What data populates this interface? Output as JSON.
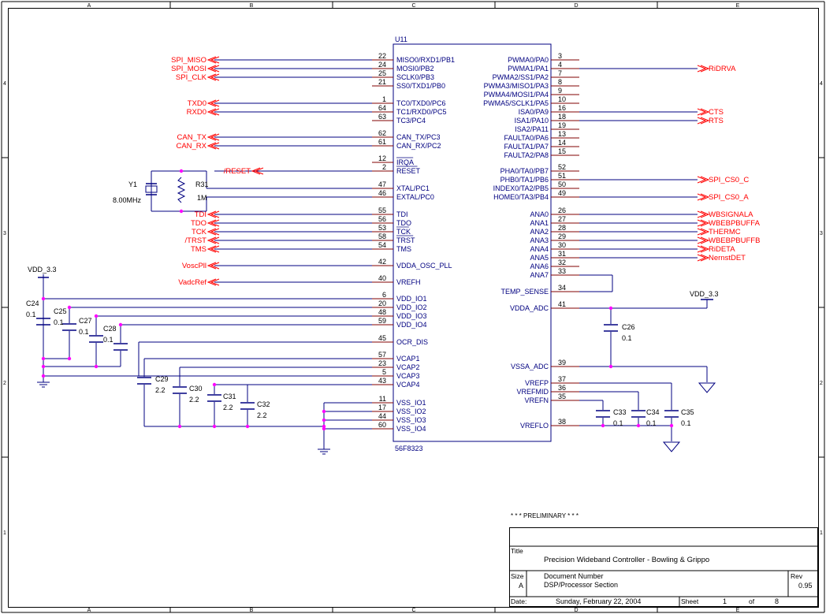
{
  "border": {
    "columns": [
      "A",
      "B",
      "C",
      "D",
      "E"
    ],
    "rows": [
      "4",
      "3",
      "2",
      "1"
    ]
  },
  "ic": {
    "ref": "U11",
    "part": "56F8323",
    "left_pins": [
      {
        "name": "MISO0/RXD1/PB1",
        "num": "22"
      },
      {
        "name": "MOSI0/PB2",
        "num": "24"
      },
      {
        "name": "SCLK0/PB3",
        "num": "25"
      },
      {
        "name": "SS0/TXD1/PB0",
        "num": "21"
      },
      {
        "name": "TC0/TXD0/PC6",
        "num": "1"
      },
      {
        "name": "TC1/RXD0/PC5",
        "num": "64"
      },
      {
        "name": "TC3/PC4",
        "num": "63"
      },
      {
        "name": "CAN_TX/PC3",
        "num": "62"
      },
      {
        "name": "CAN_RX/PC2",
        "num": "61"
      },
      {
        "name": "IRQA",
        "num": "12"
      },
      {
        "name": "RESET",
        "num": "2"
      },
      {
        "name": "XTAL/PC1",
        "num": "47"
      },
      {
        "name": "EXTAL/PC0",
        "num": "46"
      },
      {
        "name": "TDI",
        "num": "55"
      },
      {
        "name": "TDO",
        "num": "56"
      },
      {
        "name": "TCK",
        "num": "53"
      },
      {
        "name": "TRST",
        "num": "58"
      },
      {
        "name": "TMS",
        "num": "54"
      },
      {
        "name": "VDDA_OSC_PLL",
        "num": "42"
      },
      {
        "name": "VREFH",
        "num": "40"
      },
      {
        "name": "VDD_IO1",
        "num": "6"
      },
      {
        "name": "VDD_IO2",
        "num": "20"
      },
      {
        "name": "VDD_IO3",
        "num": "48"
      },
      {
        "name": "VDD_IO4",
        "num": "59"
      },
      {
        "name": "OCR_DIS",
        "num": "45"
      },
      {
        "name": "VCAP1",
        "num": "57"
      },
      {
        "name": "VCAP2",
        "num": "23"
      },
      {
        "name": "VCAP3",
        "num": "5"
      },
      {
        "name": "VCAP4",
        "num": "43"
      },
      {
        "name": "VSS_IO1",
        "num": "11"
      },
      {
        "name": "VSS_IO2",
        "num": "17"
      },
      {
        "name": "VSS_IO3",
        "num": "44"
      },
      {
        "name": "VSS_IO4",
        "num": "60"
      }
    ],
    "right_pins": [
      {
        "name": "PWMA0/PA0",
        "num": "3"
      },
      {
        "name": "PWMA1/PA1",
        "num": "4"
      },
      {
        "name": "PWMA2/SS1/PA2",
        "num": "7"
      },
      {
        "name": "PWMA3/MISO1/PA3",
        "num": "8"
      },
      {
        "name": "PWMA4/MOSI1/PA4",
        "num": "9"
      },
      {
        "name": "PWMA5/SCLK1/PA5",
        "num": "10"
      },
      {
        "name": "ISA0/PA9",
        "num": "16"
      },
      {
        "name": "ISA1/PA10",
        "num": "18"
      },
      {
        "name": "ISA2/PA11",
        "num": "19"
      },
      {
        "name": "FAULTA0/PA6",
        "num": "13"
      },
      {
        "name": "FAULTA1/PA7",
        "num": "14"
      },
      {
        "name": "FAULTA2/PA8",
        "num": "15"
      },
      {
        "name": "PHA0/TA0/PB7",
        "num": "52"
      },
      {
        "name": "PHB0/TA1/PB6",
        "num": "51"
      },
      {
        "name": "INDEX0/TA2/PB5",
        "num": "50"
      },
      {
        "name": "HOME0/TA3/PB4",
        "num": "49"
      },
      {
        "name": "ANA0",
        "num": "26"
      },
      {
        "name": "ANA1",
        "num": "27"
      },
      {
        "name": "ANA2",
        "num": "28"
      },
      {
        "name": "ANA3",
        "num": "29"
      },
      {
        "name": "ANA4",
        "num": "30"
      },
      {
        "name": "ANA5",
        "num": "31"
      },
      {
        "name": "ANA6",
        "num": "32"
      },
      {
        "name": "ANA7",
        "num": "33"
      },
      {
        "name": "TEMP_SENSE",
        "num": "34"
      },
      {
        "name": "VDDA_ADC",
        "num": "41"
      },
      {
        "name": "VSSA_ADC",
        "num": "39"
      },
      {
        "name": "VREFP",
        "num": "37"
      },
      {
        "name": "VREFMID",
        "num": "36"
      },
      {
        "name": "VREFN",
        "num": "35"
      },
      {
        "name": "VREFLO",
        "num": "38"
      }
    ]
  },
  "left_nets": [
    "SPI_MISO",
    "SPI_MOSI",
    "SPI_CLK",
    "TXD0",
    "RXD0",
    "CAN_TX",
    "CAN_RX",
    "/RESET",
    "TDI",
    "TDO",
    "TCK",
    "/TRST",
    "TMS",
    "VoscPll",
    "VadcRef"
  ],
  "right_nets": [
    "RiDRVA",
    "CTS",
    "RTS",
    "SPI_CS0_C",
    "SPI_CS0_A",
    "WBSIGNALA",
    "WBEBPBUFFA",
    "THERMC",
    "WBEBPBUFFB",
    "RiDETA",
    "NernstDET"
  ],
  "components": {
    "crystal": {
      "ref": "Y1",
      "value": "8.00MHz"
    },
    "resistor": {
      "ref": "R31",
      "value": "1M"
    },
    "caps": [
      {
        "ref": "C24",
        "value": "0.1"
      },
      {
        "ref": "C25",
        "value": "0.1"
      },
      {
        "ref": "C27",
        "value": "0.1"
      },
      {
        "ref": "C28",
        "value": "0.1"
      },
      {
        "ref": "C29",
        "value": "2.2"
      },
      {
        "ref": "C30",
        "value": "2.2"
      },
      {
        "ref": "C31",
        "value": "2.2"
      },
      {
        "ref": "C32",
        "value": "2.2"
      },
      {
        "ref": "C26",
        "value": "0.1"
      },
      {
        "ref": "C33",
        "value": "0.1"
      },
      {
        "ref": "C34",
        "value": "0.1"
      },
      {
        "ref": "C35",
        "value": "0.1"
      }
    ],
    "power": [
      "VDD_3.3",
      "VDD_3.3"
    ]
  },
  "preliminary": "* * * PRELIMINARY * * *",
  "title_block": {
    "title_label": "Title",
    "title": "Precision Wideband Controller - Bowling & Grippo",
    "size_label": "Size",
    "size": "A",
    "docnum_label": "Document Number",
    "docnum": "DSP/Processor Section",
    "rev_label": "Rev",
    "rev": "0.95",
    "date_label": "Date:",
    "date": "Sunday, February 22, 2004",
    "sheet_label": "Sheet",
    "sheet": "1",
    "of_label": "of",
    "of": "8"
  },
  "colors": {
    "wire": "#000080",
    "net": "#ff0000",
    "junction": "#ff00ff",
    "frame": "#000000",
    "pin": "#800000"
  }
}
